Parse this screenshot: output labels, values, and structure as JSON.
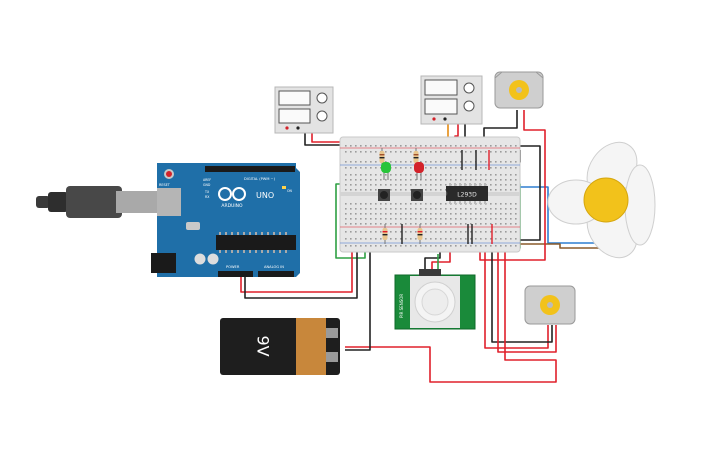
{
  "arduino": {
    "brand": "ARDUINO",
    "model": "UNO",
    "digital_label": "DIGITAL (PWM ~)",
    "power_label": "POWER",
    "analog_label": "ANALOG IN",
    "reset_label": "RESET",
    "aref_label": "AREF",
    "gnd_label": "GND",
    "tx_label": "TX",
    "rx_label": "RX",
    "on_label": "ON"
  },
  "battery": {
    "label": "9V"
  },
  "driver_ic": {
    "label": "L293D"
  },
  "pir_sensor": {
    "label": "PIR SENSOR"
  },
  "colors": {
    "arduino_blue": "#1f6fa8",
    "breadboard": "#e6e6e6",
    "wire_red": "#e0202b",
    "wire_black": "#222222",
    "wire_green": "#2ea043",
    "wire_blue": "#2f7fd0",
    "wire_brown": "#8a5a2a",
    "wire_orange": "#e58a12",
    "led_green": "#28c43a",
    "led_red": "#d3222a",
    "pir_board": "#1a8a3a",
    "fan_blade": "#f5f5f5",
    "fan_hub": "#f2c21b",
    "battery_body": "#1e1e1e",
    "battery_cap": "#c8873b"
  },
  "icons": {
    "motor": "dc-motor-icon",
    "fan": "fan-icon",
    "power_supply": "power-supply-icon",
    "usb": "usb-cable-icon"
  }
}
